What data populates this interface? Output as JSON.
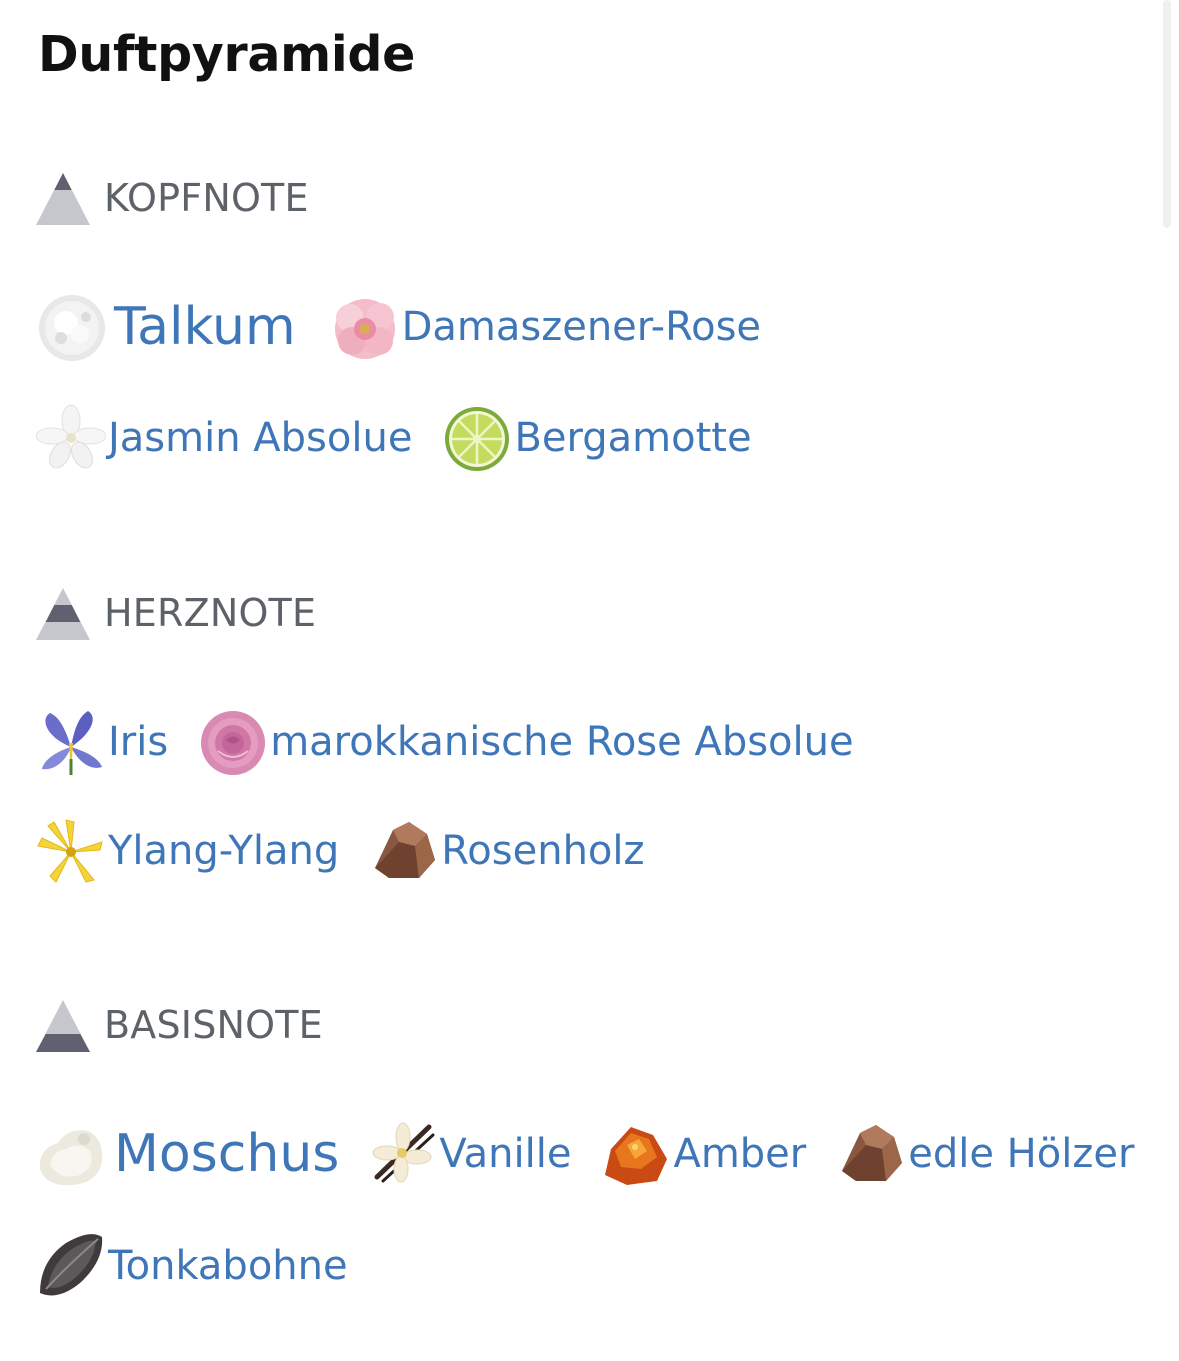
{
  "title": "Duftpyramide",
  "sections": [
    {
      "label": "KOPFNOTE",
      "icon": "pyramid-top-icon",
      "notes": [
        {
          "label": "Talkum",
          "icon": "talc-icon",
          "emphasis": true
        },
        {
          "label": "Damaszener-Rose",
          "icon": "damask-rose-icon"
        },
        {
          "label": "Jasmin Absolue",
          "icon": "jasmine-icon"
        },
        {
          "label": "Bergamotte",
          "icon": "bergamot-icon"
        }
      ]
    },
    {
      "label": "HERZNOTE",
      "icon": "pyramid-middle-icon",
      "notes": [
        {
          "label": "Iris",
          "icon": "iris-icon"
        },
        {
          "label": "marokkanische Rose Absolue",
          "icon": "moroccan-rose-icon"
        },
        {
          "label": "Ylang-Ylang",
          "icon": "ylang-ylang-icon"
        },
        {
          "label": "Rosenholz",
          "icon": "rosewood-icon"
        }
      ]
    },
    {
      "label": "BASISNOTE",
      "icon": "pyramid-base-icon",
      "notes": [
        {
          "label": "Moschus",
          "icon": "musk-icon",
          "emphasis": true
        },
        {
          "label": "Vanille",
          "icon": "vanilla-icon"
        },
        {
          "label": "Amber",
          "icon": "amber-icon"
        },
        {
          "label": "edle Hölzer",
          "icon": "precious-woods-icon"
        },
        {
          "label": "Tonkabohne",
          "icon": "tonka-bean-icon"
        }
      ]
    }
  ],
  "colors": {
    "link": "#3f76b8",
    "section_label": "#5d6168",
    "title": "#111111",
    "pyramid_light": "#c6c7cc",
    "pyramid_dark": "#5f6170"
  }
}
